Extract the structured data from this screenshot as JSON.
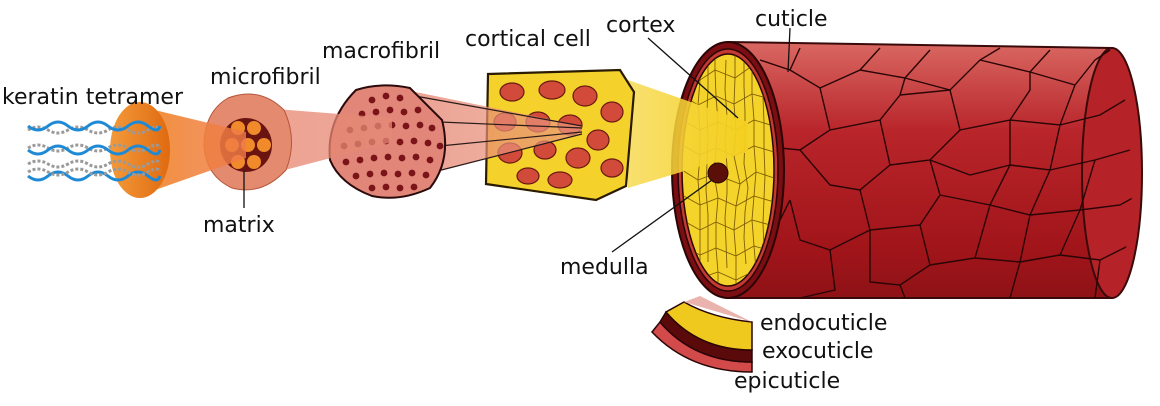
{
  "labels": {
    "keratin_tetramer": "keratin tetramer",
    "microfibril": "microfibril",
    "matrix": "matrix",
    "macrofibril": "macrofibril",
    "cortical_cell": "cortical cell",
    "cortex": "cortex",
    "cuticle": "cuticle",
    "medulla": "medulla",
    "endocuticle": "endocuticle",
    "exocuticle": "exocuticle",
    "epicuticle": "epicuticle"
  },
  "colors": {
    "tetramer_disk": "#e8740e",
    "microfibril_body": "#e58a6c",
    "macrofibril_body": "#e38676",
    "cortical_cell_fill": "#f2d11f",
    "hair_red": "#a4161a",
    "hair_red_light": "#c4473e",
    "helix_blue": "#1e8ad6",
    "helix_grey": "#9a9a9a"
  }
}
